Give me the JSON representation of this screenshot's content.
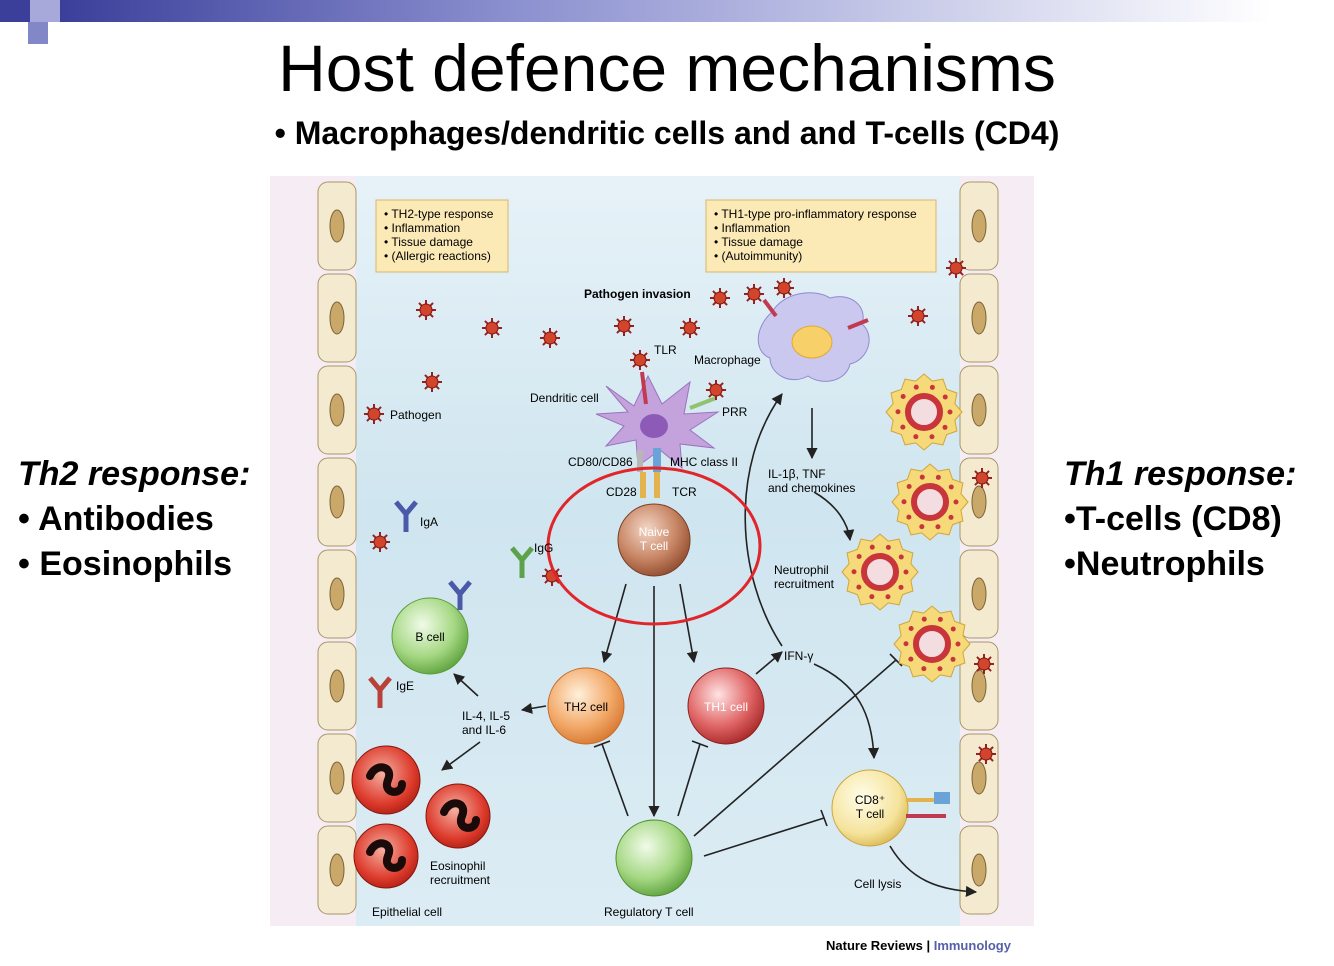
{
  "title": "Host defence mechanisms",
  "subtitle": "• Macrophages/dendritic cells and and T-cells (CD4)",
  "left_panel": {
    "heading": "Th2 response:",
    "items": [
      "• Antibodies",
      "• Eosinophils"
    ]
  },
  "right_panel": {
    "heading": "Th1 response:",
    "items": [
      "•T-cells (CD8)",
      "•Neutrophils"
    ]
  },
  "diagram": {
    "box_th2": [
      "• TH2-type response",
      "• Inflammation",
      "• Tissue damage",
      "• (Allergic reactions)"
    ],
    "box_th1": [
      "• TH1-type pro-inflammatory response",
      "• Inflammation",
      "• Tissue damage",
      "• (Autoimmunity)"
    ],
    "pathogen_invasion": "Pathogen invasion",
    "pathogen": "Pathogen",
    "tlr": "TLR",
    "macrophage": "Macrophage",
    "dendritic_cell": "Dendritic cell",
    "prr": "PRR",
    "cd80_cd86": "CD80/CD86",
    "mhc_class_ii": "MHC class II",
    "cd28": "CD28",
    "tcr": "TCR",
    "naive_t_cell": [
      "Naive",
      "T cell"
    ],
    "iga": "IgA",
    "igg": "IgG",
    "ige": "IgE",
    "b_cell": "B cell",
    "il_4": [
      "IL-4, IL-5",
      "and IL-6"
    ],
    "th2_cell": "TH2 cell",
    "th1_cell": "TH1 cell",
    "ifn": "IFN-γ",
    "il1": [
      "IL-1β, TNF",
      "and chemokines"
    ],
    "neutrophil": [
      "Neutrophil",
      "recruitment"
    ],
    "eosinophil": [
      "Eosinophil",
      "recruitment"
    ],
    "epithelial_cell": "Epithelial cell",
    "regulatory_t_cell": "Regulatory T cell",
    "cd8_t_cell": [
      "CD8⁺",
      "T cell"
    ],
    "cell_lysis": "Cell lysis"
  },
  "credit": {
    "journal": "Nature Reviews",
    "separator": " | ",
    "field": "Immunology"
  },
  "colors": {
    "title_bar": "#3b3f9a",
    "highlight_circle": "#e0262a",
    "credit_accent": "#5460a8"
  }
}
